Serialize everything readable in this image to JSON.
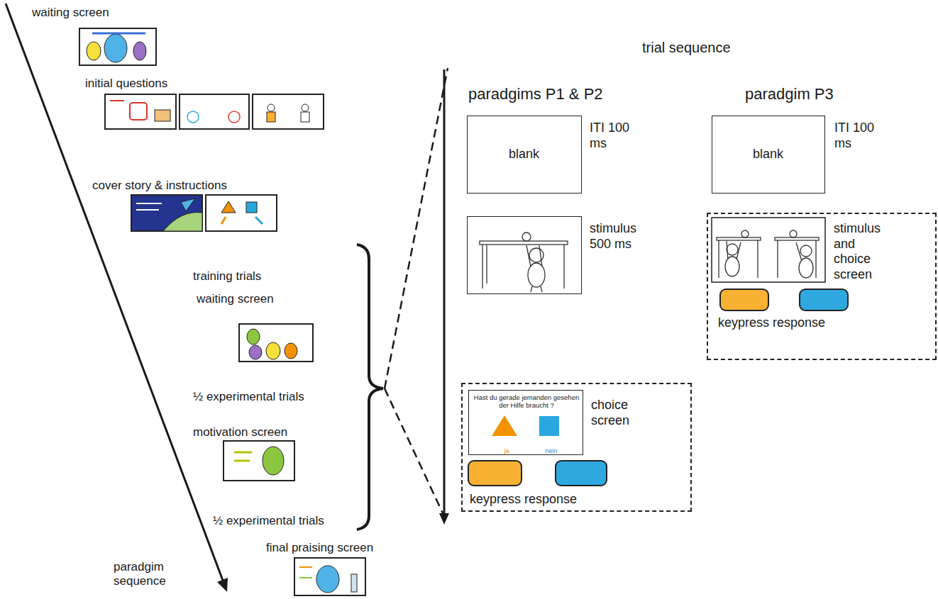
{
  "diagram": {
    "nodes": [
      {
        "text": [
          "blank",
          "ITI 100 ms"
        ]
      },
      {
        "text": [
          "stimulus 500 ms"
        ]
      },
      {
        "text": [
          "keypress response"
        ]
      },
      {
        "text": [
          "Hast du gerade jemanden gesehen der Hilfe braucht ?",
          "ja",
          "nein",
          "choice screen"
        ],
        "in": 2
      },
      {
        "text": [
          "blank",
          "ITI 100 ms"
        ]
      },
      {
        "text": [
          "stimulus and choice screen",
          "keypress response"
        ]
      }
    ],
    "labels": [
      "waiting screen",
      "initial questions",
      "cover story & instructions",
      "training trials",
      "waiting screen",
      "½ experimental trials",
      "motivation screen",
      "½ experimental trials",
      "final praising screen",
      "paradgim sequence",
      "trial sequence",
      "paradgims P1 & P2",
      "paradgim P3"
    ]
  }
}
